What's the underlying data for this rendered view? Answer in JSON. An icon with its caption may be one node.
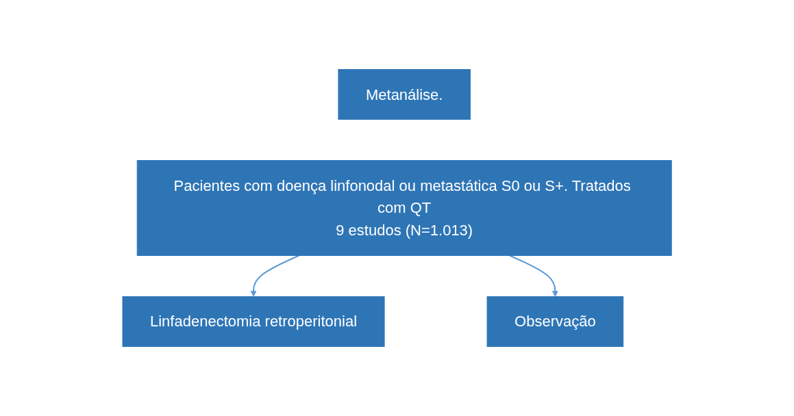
{
  "diagram": {
    "nodes": [
      {
        "text": [
          "Metanálise."
        ]
      },
      {
        "text": [
          "Pacientes com doença linfonodal ou metastática S0 ou S+. Tratados com QT",
          "9 estudos (N=1.013)"
        ]
      },
      {
        "text": [
          "Linfadenectomia retroperitonial"
        ]
      },
      {
        "text": [
          "Observação"
        ]
      }
    ],
    "edges": [
      {
        "from": 1,
        "to": 2,
        "arrow": "to"
      },
      {
        "from": 1,
        "to": 3,
        "arrow": "to"
      }
    ]
  }
}
